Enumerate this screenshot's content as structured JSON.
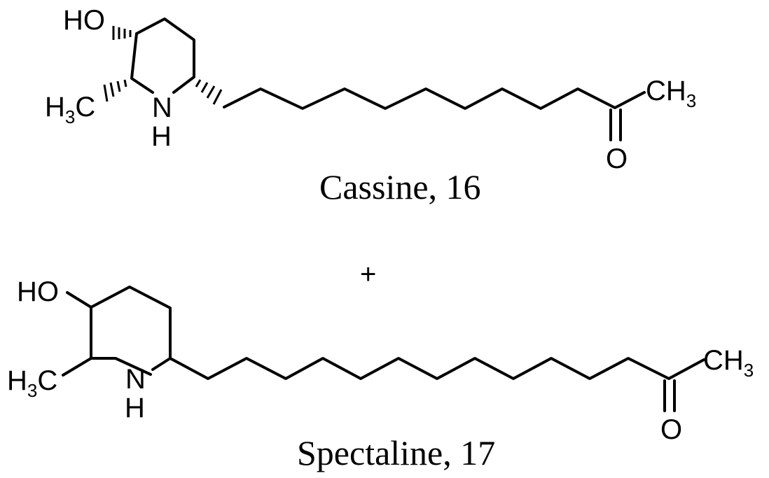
{
  "molecules": [
    {
      "caption": "Cassine, 16",
      "labels": {
        "hydroxyl": "HO",
        "methyl_left": "H",
        "methyl_left_sub": "3",
        "methyl_left_c": "C",
        "nitrogen": "N",
        "nitrogen_h": "H",
        "ketone_methyl": "CH",
        "ketone_methyl_sub": "3",
        "oxygen": "O"
      }
    },
    {
      "caption": "Spectaline, 17",
      "labels": {
        "hydroxyl": "HO",
        "methyl_left": "H",
        "methyl_left_sub": "3",
        "methyl_left_c": "C",
        "nitrogen": "N",
        "nitrogen_h": "H",
        "ketone_methyl": "CH",
        "ketone_methyl_sub": "3",
        "oxygen": "O"
      }
    }
  ],
  "separator": "+"
}
